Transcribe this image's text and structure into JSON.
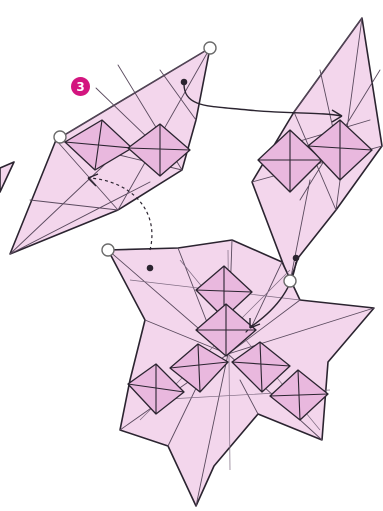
{
  "diagram": {
    "step_number": "3",
    "colors": {
      "paper": "#f3d6ec",
      "paper_shade": "#e9b8de",
      "outline": "#2b2430",
      "badge": "#d3157f"
    },
    "pieces": [
      "top-left-kite-unit",
      "top-right-kite-unit",
      "bottom-assembled-star-unit"
    ],
    "arrows": [
      "insert-tab-arrow-left",
      "insert-tab-arrow-right",
      "insert-tab-arrow-bottom"
    ]
  }
}
